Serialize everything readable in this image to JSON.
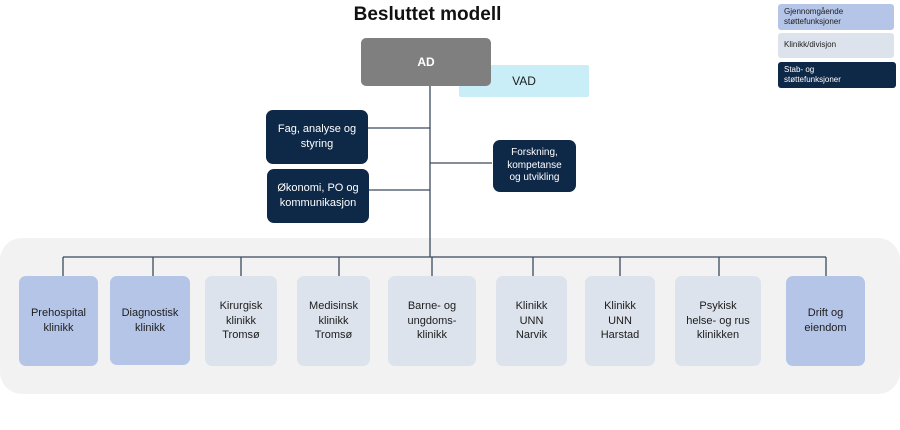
{
  "title": "Besluttet modell",
  "colors": {
    "navy": "#0e2847",
    "lavender": "#b5c5e8",
    "light_grey": "#dde3ec",
    "ad_grey": "#7f7f7f",
    "vad_cyan": "#c9eef7"
  },
  "legend": [
    {
      "label": "Gjennomgående\nstøttefunksjoner",
      "color": "#b5c5e8"
    },
    {
      "label": "Klinikk/divisjon",
      "color": "#dde3ec"
    },
    {
      "label": "Stab- og\nstøttefunksjoner",
      "color": "#0e2847"
    }
  ],
  "top": {
    "ad": "AD",
    "vad": "VAD"
  },
  "staff": {
    "fag": "Fag, analyse og\nstyring",
    "okonomi": "Økonomi, PO og\nkommunikasjon",
    "forskning": "Forskning,\nkompetanse\nog utvikling"
  },
  "units": [
    {
      "label": "Prehospital\nklinikk",
      "type": "lavender"
    },
    {
      "label": "Diagnostisk\nklinikk",
      "type": "lavender"
    },
    {
      "label": "Kirurgisk\nklinikk\nTromsø",
      "type": "grey"
    },
    {
      "label": "Medisinsk\nklinikk\nTromsø",
      "type": "grey"
    },
    {
      "label": "Barne- og\nungdoms-\nklinikk",
      "type": "grey"
    },
    {
      "label": "Klinikk\nUNN\nNarvik",
      "type": "grey"
    },
    {
      "label": "Klinikk\nUNN\nHarstad",
      "type": "grey"
    },
    {
      "label": "Psykisk\nhelse- og rus\nklinikken",
      "type": "grey"
    },
    {
      "label": "Drift og\neiendom",
      "type": "lavender"
    }
  ]
}
